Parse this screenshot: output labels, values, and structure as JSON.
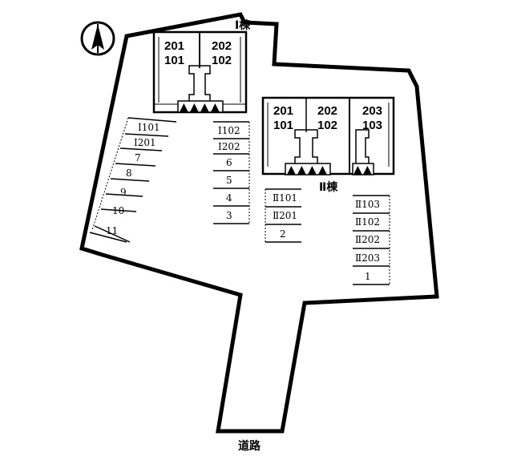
{
  "north_arrow": {
    "icon": "north-arrow-icon"
  },
  "buildings": {
    "b1": {
      "label": "Ⅰ棟",
      "units_top": [
        "201",
        "202"
      ],
      "units_bottom": [
        "101",
        "102"
      ]
    },
    "b2": {
      "label": "Ⅱ棟",
      "units_top": [
        "201",
        "202",
        "203"
      ],
      "units_bottom": [
        "101",
        "102",
        "103"
      ]
    }
  },
  "parking": {
    "diagonal_left": [
      "Ⅰ101",
      "Ⅰ201",
      "7",
      "8",
      "9",
      "10",
      "11"
    ],
    "center_column": [
      "Ⅰ102",
      "Ⅰ202",
      "6",
      "5",
      "4",
      "3"
    ],
    "middle_column": [
      "Ⅱ101",
      "Ⅱ201",
      "2"
    ],
    "right_column": [
      "Ⅱ103",
      "Ⅱ102",
      "Ⅱ202",
      "Ⅱ203",
      "1"
    ]
  },
  "road": {
    "label": "道路"
  },
  "entrance_marker": "▲"
}
